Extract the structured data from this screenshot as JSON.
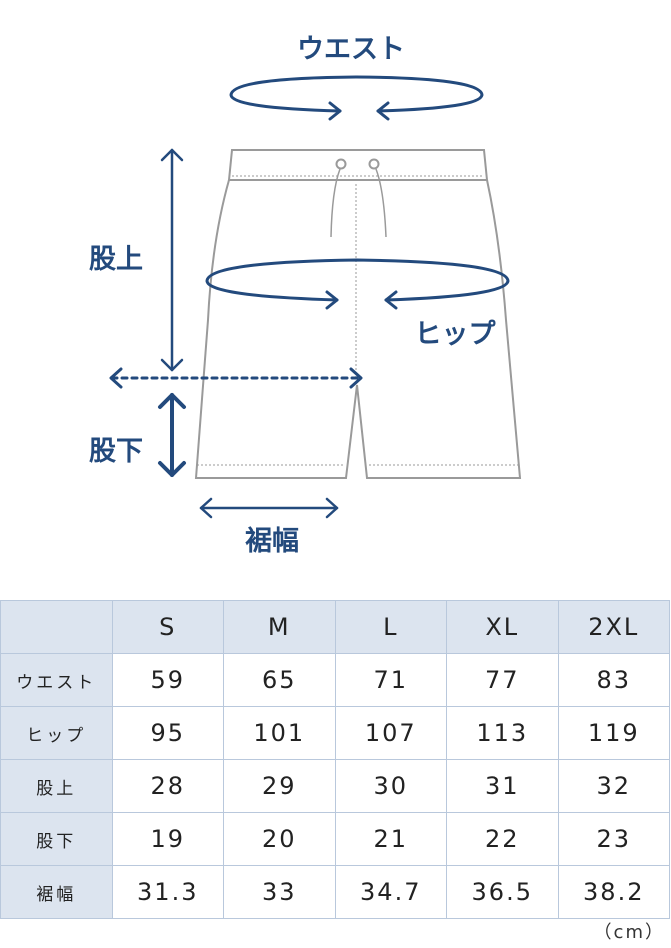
{
  "labels": {
    "waist": "ウエスト",
    "rise": "股上",
    "hip": "ヒップ",
    "inseam": "股下",
    "hem": "裾幅"
  },
  "colors": {
    "accent": "#234a7d",
    "header_bg": "#dce4ef",
    "border": "#b9c8dc"
  },
  "table": {
    "columns": [
      "",
      "S",
      "M",
      "L",
      "XL",
      "2XL"
    ],
    "rows": [
      {
        "label": "ウエスト",
        "values": [
          "59",
          "65",
          "71",
          "77",
          "83"
        ]
      },
      {
        "label": "ヒップ",
        "values": [
          "95",
          "101",
          "107",
          "113",
          "119"
        ]
      },
      {
        "label": "股上",
        "values": [
          "28",
          "29",
          "30",
          "31",
          "32"
        ]
      },
      {
        "label": "股下",
        "values": [
          "19",
          "20",
          "21",
          "22",
          "23"
        ]
      },
      {
        "label": "裾幅",
        "values": [
          "31.3",
          "33",
          "34.7",
          "36.5",
          "38.2"
        ]
      }
    ]
  },
  "unit": "（cm）"
}
